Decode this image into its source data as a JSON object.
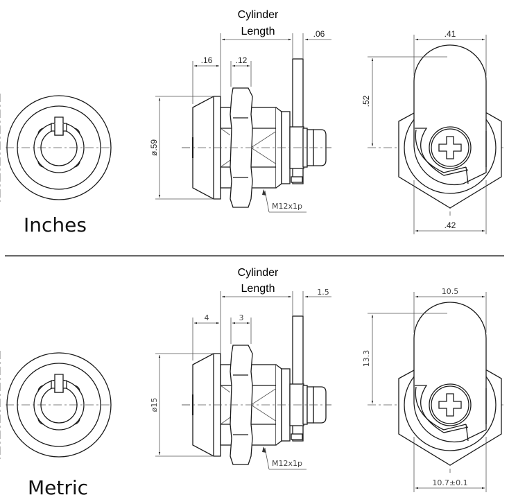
{
  "figure": {
    "type": "cam-lock-dimension-drawing",
    "separator_color": "#333333"
  },
  "inches": {
    "unit_label": "Inches",
    "cylinder_length_line1": "Cylinder",
    "cylinder_length_line2": "Length",
    "dims": {
      "face_thickness": ".16",
      "nut_thickness": ".12",
      "cam_thickness": ".06",
      "diameter": "ø.59",
      "thread": "M12x1p",
      "cam_width": ".41",
      "cam_height": ".52",
      "flat_width": ".42"
    }
  },
  "metric": {
    "unit_label": "Metric",
    "cylinder_length_line1": "Cylinder",
    "cylinder_length_line2": "Length",
    "dims": {
      "face_thickness": "4",
      "nut_thickness": "3",
      "cam_thickness": "1.5",
      "diameter": "ø15",
      "thread": "M12x1p",
      "cam_width": "10.5",
      "cam_height": "13.3",
      "flat_width": "10.7±0.1"
    }
  }
}
